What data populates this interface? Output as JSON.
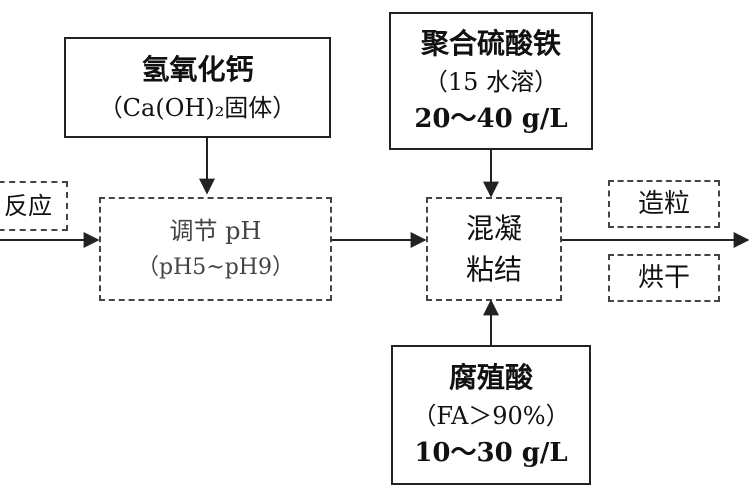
{
  "nodes": {
    "reaction": {
      "label": "反应"
    },
    "calcium_hydroxide": {
      "title": "氢氧化钙",
      "subtitle": "（Ca(OH)₂固体）"
    },
    "adjust_ph": {
      "line1": "调节 pH",
      "line2": "（pH5~pH9）"
    },
    "ferric_sulfate": {
      "title": "聚合硫酸铁",
      "subtitle": "（15 水溶）",
      "dosage": "20～40 g/L"
    },
    "coagulation": {
      "line1": "混凝",
      "line2": "粘结"
    },
    "humic_acid": {
      "title": "腐殖酸",
      "subtitle": "（FA＞90%）",
      "dosage": "10～30 g/L"
    },
    "granulation": {
      "label": "造粒"
    },
    "drying": {
      "label": "烘干"
    }
  },
  "colors": {
    "line": "#222222",
    "dashed_border": "#444444"
  }
}
